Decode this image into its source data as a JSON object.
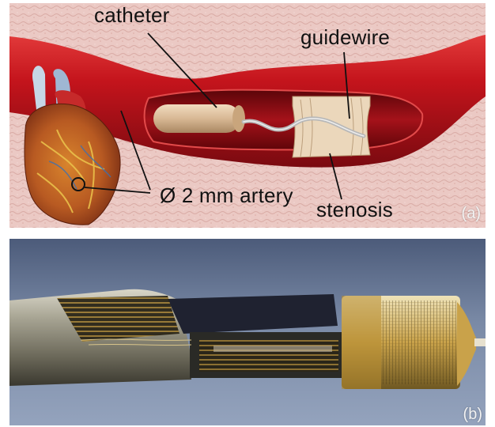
{
  "panel_a": {
    "labels": {
      "catheter": "catheter",
      "guidewire": "guidewire",
      "artery": "Ø 2 mm artery",
      "stenosis": "stenosis"
    },
    "tag": "(a)"
  },
  "panel_b": {
    "tag": "(b)"
  },
  "colors": {
    "artery_red": "#c4141c",
    "tissue_pink": "#e9c6c2",
    "catheter_beige": "#d8b894",
    "background_blue": "#6f7f9a",
    "electronics_gold": "#c9a24a"
  }
}
